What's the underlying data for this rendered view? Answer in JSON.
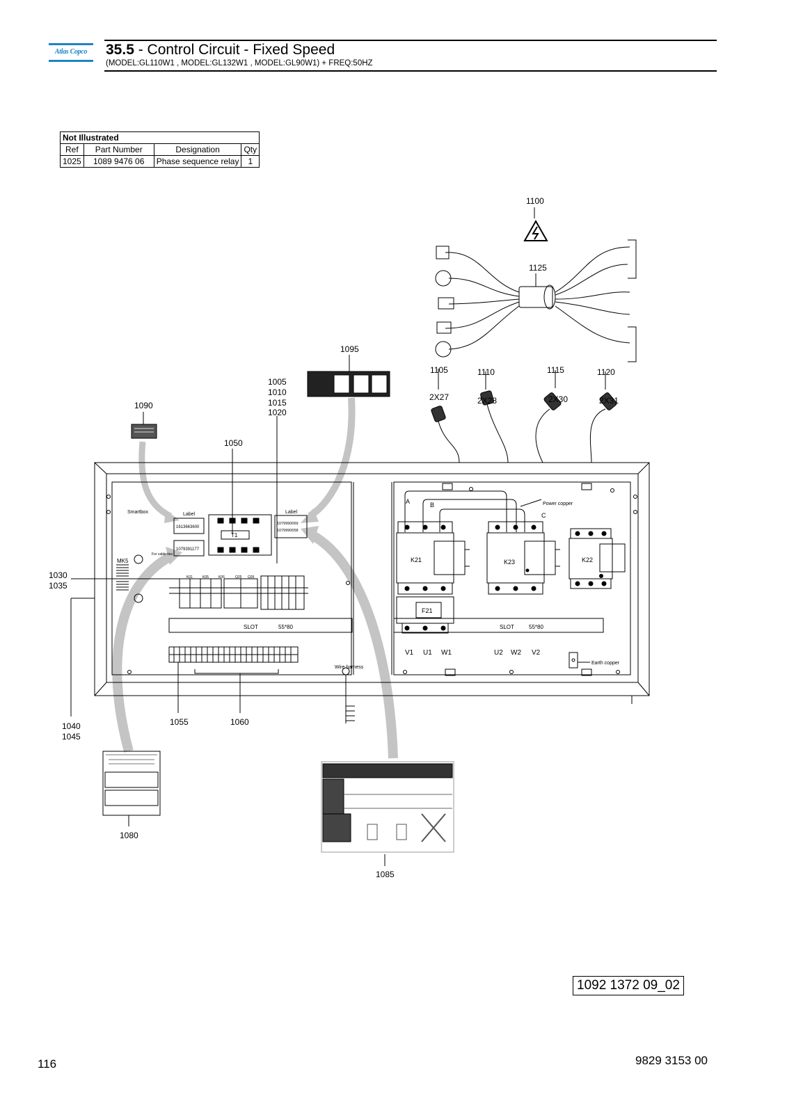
{
  "header": {
    "logo_text": "Atlas Copco",
    "section_number": "35.5",
    "title": " - Control Circuit - Fixed Speed",
    "subtitle": "(MODEL:GL110W1 , MODEL:GL132W1 , MODEL:GL90W1) + FREQ:50HZ"
  },
  "not_illustrated": {
    "heading": "Not Illustrated",
    "columns": [
      "Ref",
      "Part Number",
      "Designation",
      "Qty"
    ],
    "rows": [
      [
        "1025",
        "1089 9476 06",
        "Phase sequence relay",
        "1"
      ]
    ]
  },
  "callouts": {
    "c1100": "1100",
    "c1125": "1125",
    "c1095": "1095",
    "c1005": "1005",
    "c1010": "1010",
    "c1015": "1015",
    "c1020": "1020",
    "c1090": "1090",
    "c1050": "1050",
    "c1105": "1105",
    "c1110": "1110",
    "c1115": "1115",
    "c1120": "1120",
    "c1030": "1030",
    "c1035": "1035",
    "c1040": "1040",
    "c1045": "1045",
    "c1055": "1055",
    "c1060": "1060",
    "c1080": "1080",
    "c1085": "1085"
  },
  "connectors": {
    "x27": "2X27",
    "x28": "2X28",
    "x30": "2X30",
    "x31": "2X31"
  },
  "panel_labels": {
    "smartbox": "Smartbox",
    "label_left": "Label",
    "label_right": "Label",
    "label_num_1": "1613663600",
    "label_num_2": "1079391177",
    "label_num_3": "1079990069",
    "label_num_4": "1079990058",
    "t1": "T1",
    "mk5": "MK5",
    "for_cable_ties": "For cable ties",
    "k21": "K21",
    "k23": "K23",
    "k22": "K22",
    "f21": "F21",
    "slot": "SLOT",
    "slot_size": "55*80",
    "slot2": "SLOT",
    "slot_size2": "55*80",
    "a": "A",
    "b": "B",
    "c": "C",
    "power_copper": "Power copper",
    "earth_copper": "Earth copper",
    "wire_harness": "Wire harness",
    "v1": "V1",
    "u1": "U1",
    "w1": "W1",
    "u2": "U2",
    "w2": "W2",
    "v2": "V2",
    "k01": "K01",
    "k05": "K05",
    "k06": "K06",
    "q25": "Q25",
    "q26": "Q26"
  },
  "footer": {
    "drawing_id": "1092 1372 09_02",
    "page_number": "116",
    "document_number": "9829 3153 00"
  },
  "colors": {
    "brand_blue": "#1c84c6",
    "arrow_grey": "#c4c4c4"
  }
}
